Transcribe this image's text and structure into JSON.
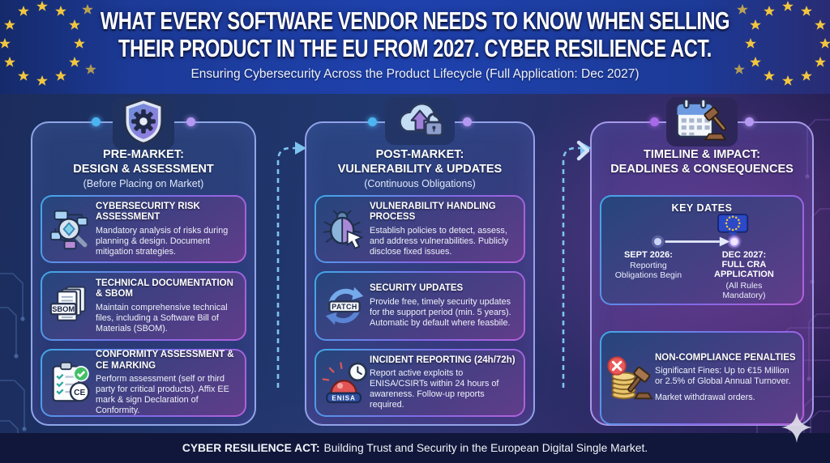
{
  "header": {
    "title1": "WHAT EVERY SOFTWARE VENDOR NEEDS TO KNOW WHEN SELLING",
    "title2": "THEIR PRODUCT IN THE EU FROM 2027. CYBER RESILIENCE ACT.",
    "subtitle": "Ensuring Cybersecurity Across the Product Lifecycle (Full Application: Dec 2027)"
  },
  "columns": [
    {
      "id": "pre-market",
      "icon": "shield-gear-icon",
      "title1": "PRE-MARKET:",
      "title2": "DESIGN & ASSESSMENT",
      "sub": "(Before Placing on Market)",
      "cards": [
        {
          "icon": "risk-analysis-icon",
          "title": "CYBERSECURITY RISK ASSESSMENT",
          "body": "Mandatory analysis of risks during planning & design. Document mitigation strategies."
        },
        {
          "icon": "sbom-documents-icon",
          "title": "TECHNICAL DOCUMENTATION & SBOM",
          "body": "Maintain comprehensive technical files, including a Software Bill of Materials (SBOM)."
        },
        {
          "icon": "ce-clipboard-icon",
          "title": "CONFORMITY ASSESSMENT & CE MARKING",
          "body": "Perform assessment (self or third party for critical products). Affix EE mark & sign Declaration of Conformity."
        }
      ]
    },
    {
      "id": "post-market",
      "icon": "cloud-upload-lock-icon",
      "title1": "POST-MARKET:",
      "title2": "VULNERABILITY & UPDATES",
      "sub": "(Continuous Obligations)",
      "cards": [
        {
          "icon": "bug-cursor-icon",
          "title": "VULNERABILITY HANDLING PROCESS",
          "body": "Establish policies to detect, assess, and address vulnerabilities. Publicly disclose fixed issues."
        },
        {
          "icon": "patch-sync-icon",
          "title": "SECURITY UPDATES",
          "body": "Provide free, timely security updates for the support period (min. 5 years). Automatic by default where feasbile."
        },
        {
          "icon": "enisa-siren-icon",
          "title": "INCIDENT REPORTING (24h/72h)",
          "body": "Report active exploits to ENISA/CSIRTs within 24 hours of awareness. Follow-up reports required."
        }
      ]
    },
    {
      "id": "timeline-impact",
      "icon": "calendar-gavel-icon",
      "title1": "TIMELINE & IMPACT:",
      "title2": "DEADLINES & CONSEQUENCES",
      "sub": "",
      "key_dates": {
        "title": "KEY DATES",
        "left": {
          "date": "SEPT 2026:",
          "desc": "Reporting Obligations Begin"
        },
        "right": {
          "date": "DEC 2027:",
          "title": "FULL CRA APPLICATION",
          "desc": "(All Rules Mandatory)"
        }
      },
      "penalties": {
        "icon": "fines-gavel-icon",
        "title": "NON-COMPLIANCE PENALTIES",
        "body1": "Significant Fines: Up to €15 Million or 2.5% of Global Annual Turnover.",
        "body2": "Market withdrawal orders."
      }
    }
  ],
  "icon_labels": {
    "sbom": "SBOM",
    "patch": "PATCH",
    "enisa": "ENISA",
    "ce": "CE"
  },
  "footer": {
    "bold": "CYBER RESILIENCE ACT:",
    "text": "Building Trust and Security in the European Digital Single Market."
  },
  "colors": {
    "header_blue": "#1e41ad",
    "eu_star_gold": "#f2c63e",
    "panel_border_blue": "#8fa6e6",
    "panel_border_purple": "#a79ae8",
    "card_border_cyan": "#41a9e8",
    "card_border_magenta": "#b45fd8",
    "connector_blue": "#7fc4f0",
    "footer_bg": "#11173a"
  }
}
